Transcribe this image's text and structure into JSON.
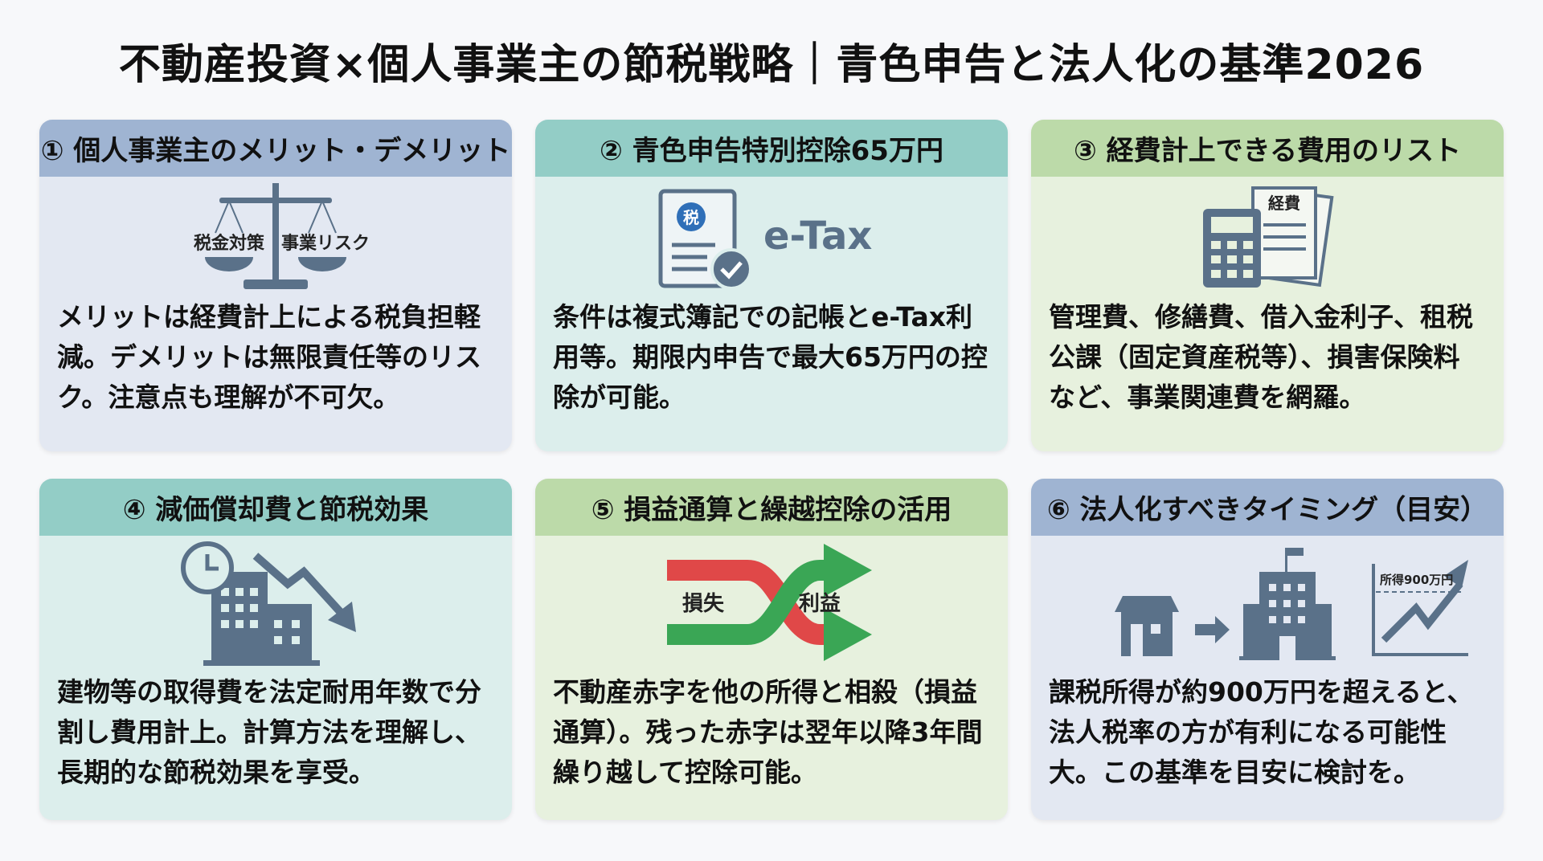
{
  "title": "不動産投資×個人事業主の節税戦略｜青色申告と法人化の基準2026",
  "colors": {
    "icon": "#5a7189",
    "blue_header": "#9fb4d2",
    "teal_header": "#93cdc6",
    "green_header": "#bcdaa9",
    "loss": "#e04848",
    "profit": "#3aa655"
  },
  "cards": [
    {
      "heading": "① 個人事業主のメリット・デメリット",
      "icon": "scale-icon",
      "labels": [
        "税金対策",
        "事業リスク"
      ],
      "text": "メリットは経費計上による税負担軽減。デメリットは無限責任等のリスク。注意点も理解が不可欠。"
    },
    {
      "heading": "② 青色申告特別控除65万円",
      "icon": "tax-document-check-icon",
      "labels": [
        "税",
        "e-Tax"
      ],
      "text": "条件は複式簿記での記帳とe-Tax利用等。期限内申告で最大65万円の控除が可能。"
    },
    {
      "heading": "③ 経費計上できる費用のリスト",
      "icon": "calculator-receipts-icon",
      "labels": [
        "経費"
      ],
      "text": "管理費、修繕費、借入金利子、租税公課（固定資産税等）、損害保険料など、事業関連費を網羅。"
    },
    {
      "heading": "④ 減価償却費と節税効果",
      "icon": "clock-building-down-arrow-icon",
      "labels": [],
      "text": "建物等の取得費を法定耐用年数で分割し費用計上。計算方法を理解し、長期的な節税効果を享受。"
    },
    {
      "heading": "⑤ 損益通算と繰越控除の活用",
      "icon": "crossing-arrows-icon",
      "labels": [
        "損失",
        "利益"
      ],
      "text": "不動産赤字を他の所得と相殺（損益通算）。残った赤字は翌年以降3年間繰り越して控除可能。"
    },
    {
      "heading": "⑥ 法人化すべきタイミング（目安）",
      "icon": "house-to-corporation-chart-icon",
      "labels": [
        "所得900万円"
      ],
      "text": "課税所得が約900万円を超えると、法人税率の方が有利になる可能性大。この基準を目安に検討を。"
    }
  ]
}
